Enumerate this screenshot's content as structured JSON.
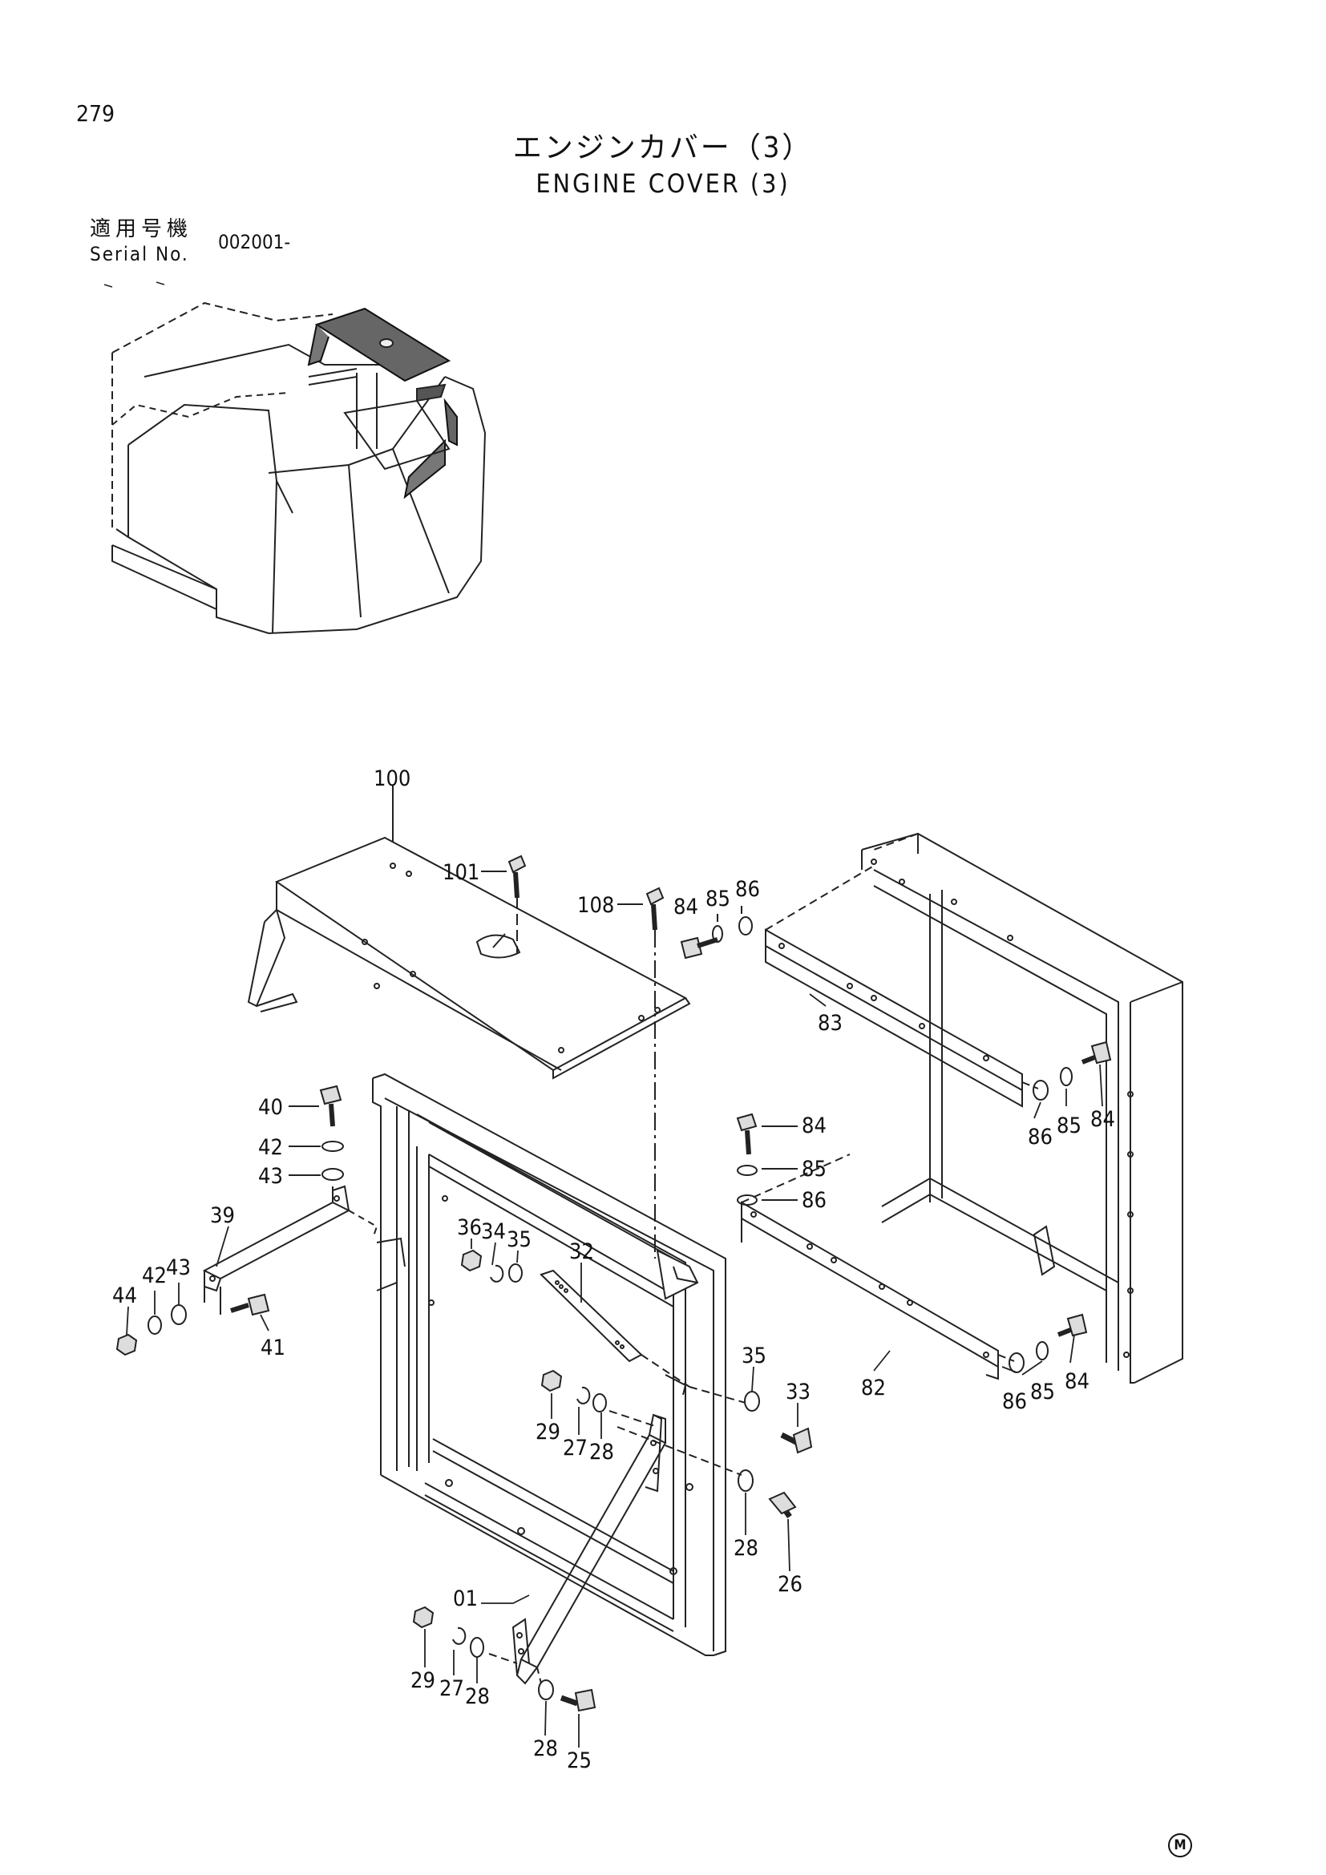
{
  "page_number": "279",
  "title_jp": "エンジンカバー（3）",
  "title_en": "ENGINE COVER (3)",
  "serial_label_jp": "適用号機",
  "serial_label_en": "Serial No.",
  "serial_value": "002001-",
  "mark": "M",
  "part_labels": {
    "p100": "100",
    "p101": "101",
    "p108": "108",
    "p84a": "84",
    "p85a": "85",
    "p86a": "86",
    "p83": "83",
    "p86b": "86",
    "p85b": "85",
    "p84b": "84",
    "p84c": "84",
    "p85c": "85",
    "p86c": "86",
    "p82": "82",
    "p86d": "86",
    "p85d": "85",
    "p84d": "84",
    "p40": "40",
    "p42a": "42",
    "p43a": "43",
    "p39": "39",
    "p44": "44",
    "p42b": "42",
    "p43b": "43",
    "p41": "41",
    "p36": "36",
    "p34": "34",
    "p35a": "35",
    "p32": "32",
    "p35b": "35",
    "p33": "33",
    "p29a": "29",
    "p27a": "27",
    "p28a": "28",
    "p28b": "28",
    "p26": "26",
    "p01": "01",
    "p29b": "29",
    "p27b": "27",
    "p28c": "28",
    "p28d": "28",
    "p25": "25"
  }
}
